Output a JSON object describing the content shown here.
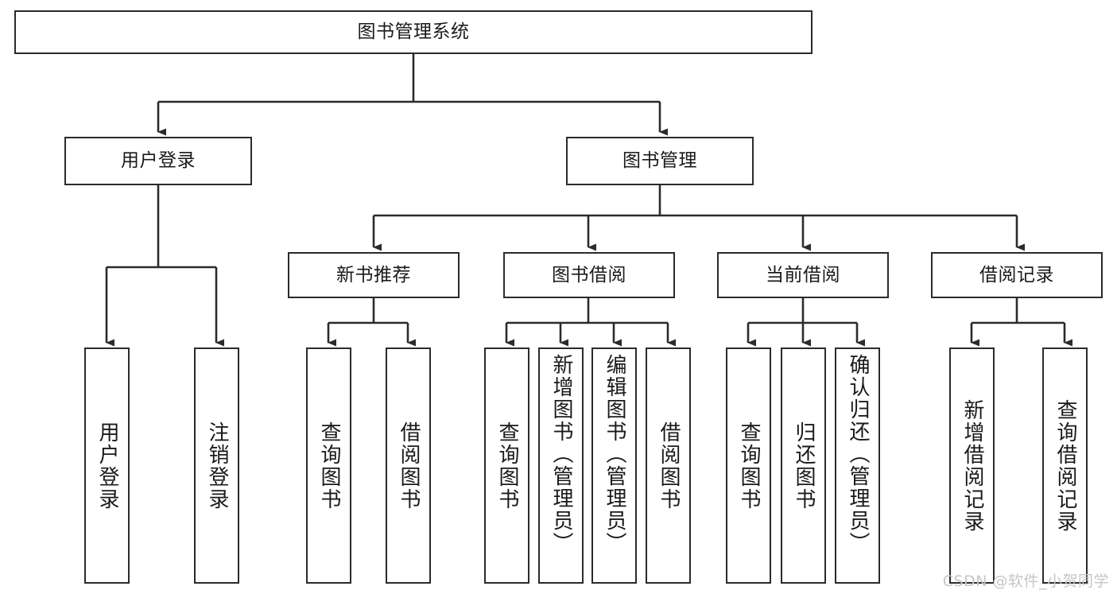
{
  "diagram": {
    "kind": "system-structure-tree",
    "title": "图书管理系统",
    "watermark": "CSDN @软件_小贺同学",
    "colors": {
      "stroke": "#2b2b2b",
      "fill": "#ffffff",
      "text": "#1a1a1a",
      "watermark": "#c6c6c6",
      "background": "#ffffff"
    }
  },
  "nodes": {
    "root": {
      "label": "图书管理系统",
      "level": 1,
      "orientation": "horizontal"
    },
    "user_login": {
      "label": "用户登录",
      "level": 2,
      "orientation": "horizontal"
    },
    "book_mgmt": {
      "label": "图书管理",
      "level": 2,
      "orientation": "horizontal"
    },
    "new_book_rec": {
      "label": "新书推荐",
      "level": 3,
      "orientation": "horizontal"
    },
    "book_borrow": {
      "label": "图书借阅",
      "level": 3,
      "orientation": "horizontal"
    },
    "current_borrow": {
      "label": "当前借阅",
      "level": 3,
      "orientation": "horizontal"
    },
    "borrow_record": {
      "label": "借阅记录",
      "level": 3,
      "orientation": "horizontal"
    },
    "leaf_user_login": {
      "label": "用户登录",
      "level": 4,
      "orientation": "vertical",
      "parent": "用户登录"
    },
    "leaf_logout": {
      "label": "注销登录",
      "level": 4,
      "orientation": "vertical",
      "parent": "用户登录"
    },
    "leaf_rec_query": {
      "label": "查询图书",
      "level": 4,
      "orientation": "vertical",
      "parent": "新书推荐"
    },
    "leaf_rec_borrow": {
      "label": "借阅图书",
      "level": 4,
      "orientation": "vertical",
      "parent": "新书推荐"
    },
    "leaf_bb_query": {
      "label": "查询图书",
      "level": 4,
      "orientation": "vertical",
      "parent": "图书借阅"
    },
    "leaf_bb_add": {
      "label": "新增图书（管理员）",
      "level": 4,
      "orientation": "vertical",
      "parent": "图书借阅"
    },
    "leaf_bb_edit": {
      "label": "编辑图书（管理员）",
      "level": 4,
      "orientation": "vertical",
      "parent": "图书借阅"
    },
    "leaf_bb_borrow": {
      "label": "借阅图书",
      "level": 4,
      "orientation": "vertical",
      "parent": "图书借阅"
    },
    "leaf_cb_query": {
      "label": "查询图书",
      "level": 4,
      "orientation": "vertical",
      "parent": "当前借阅"
    },
    "leaf_cb_return": {
      "label": "归还图书",
      "level": 4,
      "orientation": "vertical",
      "parent": "当前借阅"
    },
    "leaf_cb_confirm": {
      "label": "确认归还（管理员）",
      "level": 4,
      "orientation": "vertical",
      "parent": "当前借阅"
    },
    "leaf_br_add": {
      "label": "新增借阅记录",
      "level": 4,
      "orientation": "vertical",
      "parent": "借阅记录"
    },
    "leaf_br_query": {
      "label": "查询借阅记录",
      "level": 4,
      "orientation": "vertical",
      "parent": "借阅记录"
    }
  },
  "chart_data": {
    "type": "tree",
    "title": "图书管理系统",
    "orientation": "top-down",
    "edge_style": "orthogonal-with-arrowheads",
    "tree": {
      "name": "图书管理系统",
      "children": [
        {
          "name": "用户登录",
          "children": [
            {
              "name": "用户登录"
            },
            {
              "name": "注销登录"
            }
          ]
        },
        {
          "name": "图书管理",
          "children": [
            {
              "name": "新书推荐",
              "children": [
                {
                  "name": "查询图书"
                },
                {
                  "name": "借阅图书"
                }
              ]
            },
            {
              "name": "图书借阅",
              "children": [
                {
                  "name": "查询图书"
                },
                {
                  "name": "新增图书（管理员）"
                },
                {
                  "name": "编辑图书（管理员）"
                },
                {
                  "name": "借阅图书"
                }
              ]
            },
            {
              "name": "当前借阅",
              "children": [
                {
                  "name": "查询图书"
                },
                {
                  "name": "归还图书"
                },
                {
                  "name": "确认归还（管理员）"
                }
              ]
            },
            {
              "name": "借阅记录",
              "children": [
                {
                  "name": "新增借阅记录"
                },
                {
                  "name": "查询借阅记录"
                }
              ]
            }
          ]
        }
      ]
    },
    "counts": {
      "levels": 4,
      "total_nodes": 20,
      "leaf_nodes": 13
    }
  }
}
